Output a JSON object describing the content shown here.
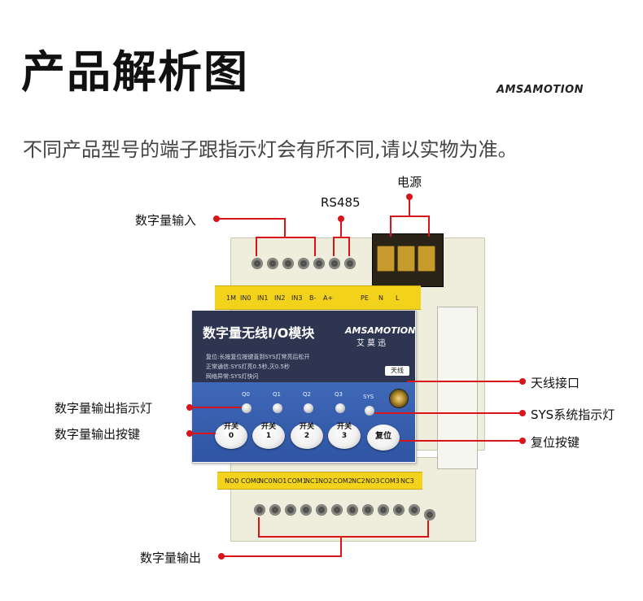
{
  "header": {
    "title": "产品解析图",
    "brand": "AMSAMOTION",
    "subtitle": "不同产品型号的端子跟指示灯会有所不同,请以实物为准。"
  },
  "callouts": {
    "power": "电源",
    "rs485": "RS485",
    "digital_input": "数字量输入",
    "antenna_port": "天线接口",
    "output_indicator": "数字量输出指示灯",
    "sys_indicator": "SYS系统指示灯",
    "output_button": "数字量输出按键",
    "reset_button": "复位按键",
    "digital_output": "数字量输出"
  },
  "device": {
    "top_terminals": [
      "1M",
      "IN0",
      "IN1",
      "IN2",
      "IN3",
      "B-",
      "A+",
      "PE",
      "N",
      "L"
    ],
    "bottom_terminals": [
      "NO0",
      "COM0",
      "NC0",
      "NO1",
      "COM1",
      "NC1",
      "NO2",
      "COM2",
      "NC2",
      "NO3",
      "COM3",
      "NC3"
    ],
    "panel": {
      "name": "数字量无线I/O模块",
      "brand": "AMSAMOTION",
      "brand_cn": "艾莫迅",
      "notes": [
        "复位:长按复位按键直到SYS灯常亮后松开",
        "正常通信:SYS灯亮0.5秒,灭0.5秒",
        "网络异常:SYS灯快闪"
      ],
      "antenna_label": "天线",
      "leds": [
        "Q0",
        "Q1",
        "Q2",
        "Q3",
        "SYS"
      ],
      "buttons": [
        {
          "top": "开关",
          "bottom": "0"
        },
        {
          "top": "开关",
          "bottom": "1"
        },
        {
          "top": "开关",
          "bottom": "2"
        },
        {
          "top": "开关",
          "bottom": "3"
        }
      ],
      "reset_label": "复位"
    }
  },
  "colors": {
    "accent_red": "#d9141b",
    "panel_dark": "#2d3550",
    "panel_blue": "#3f68b8",
    "terminal_yellow": "#f3d21b",
    "housing": "#efeedd"
  }
}
